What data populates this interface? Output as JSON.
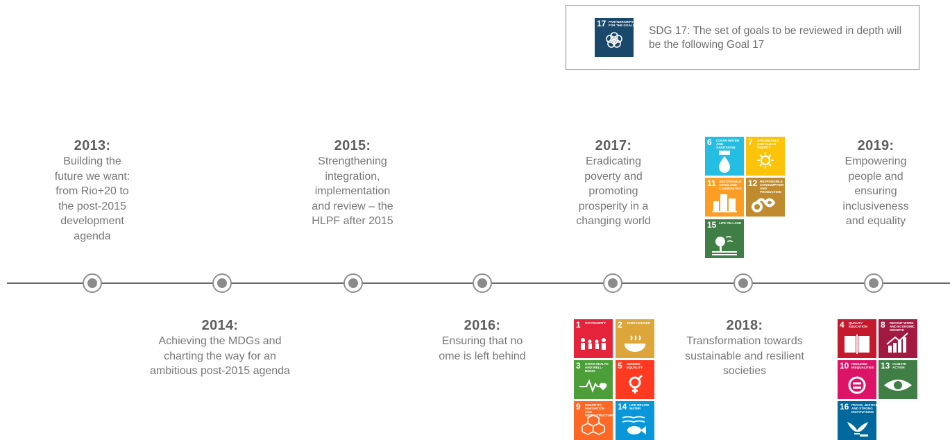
{
  "sdg17_note": {
    "text": "SDG 17: The set of goals to be reviewed in depth will be the following Goal 17"
  },
  "timeline": {
    "top_entries": [
      {
        "year": "2013:",
        "description": [
          "Building the",
          "future we want:",
          "from Rio+20 to",
          "the post-2015",
          "development",
          "agenda"
        ]
      },
      {
        "year": "2015:",
        "description": [
          "Strengthening",
          "integration,",
          "implementation",
          "and review – the",
          "HLPF after 2015"
        ]
      },
      {
        "year": "2017:",
        "description": [
          "Eradicating",
          "poverty and",
          "promoting",
          "prosperity in a",
          "changing world"
        ]
      },
      {
        "year": "2019:",
        "description": [
          "Empowering",
          "people and",
          "ensuring",
          "inclusiveness",
          "and equality"
        ]
      }
    ],
    "bottom_entries": [
      {
        "year": "2014:",
        "description": [
          "Achieving the MDGs and",
          "charting the way for an",
          "ambitious post-2015 agenda"
        ]
      },
      {
        "year": "2016:",
        "description": [
          "Ensuring that no",
          "ome is left behind"
        ]
      },
      {
        "year": "2018:",
        "description": [
          "Transformation towards",
          "sustainable and resilient",
          "societies"
        ]
      }
    ]
  },
  "sdg_tiles": {
    "goal_17": {
      "num": "17",
      "label": "PARTNERSHIPS FOR THE GOALS",
      "color": "#19486a",
      "icon": "flower-icon"
    },
    "set_2017": [
      {
        "num": "1",
        "label": "NO POVERTY",
        "color": "#e5243b",
        "icon": "family-icon"
      },
      {
        "num": "2",
        "label": "ZERO HUNGER",
        "color": "#dda63a",
        "icon": "bowl-icon"
      },
      {
        "num": "3",
        "label": "GOOD HEALTH AND WELL-BEING",
        "color": "#4c9f38",
        "icon": "heartbeat-icon"
      },
      {
        "num": "5",
        "label": "GENDER EQUALITY",
        "color": "#ff3a21",
        "icon": "gender-icon"
      },
      {
        "num": "9",
        "label": "INDUSTRY, INNOVATION AND INFRASTRUCTURE",
        "color": "#fd6925",
        "icon": "cubes-icon"
      },
      {
        "num": "14",
        "label": "LIFE BELOW WATER",
        "color": "#0a97d9",
        "icon": "fish-icon"
      }
    ],
    "set_2018": [
      {
        "num": "6",
        "label": "CLEAN WATER AND SANITATION",
        "color": "#26bde2",
        "icon": "water-drop-icon"
      },
      {
        "num": "7",
        "label": "AFFORDABLE AND CLEAN ENERGY",
        "color": "#fcc30b",
        "icon": "sun-icon"
      },
      {
        "num": "11",
        "label": "SUSTAINABLE CITIES AND COMMUNITIES",
        "color": "#fd9d24",
        "icon": "city-icon"
      },
      {
        "num": "12",
        "label": "RESPONSIBLE CONSUMPTION AND PRODUCTION",
        "color": "#bf8b2e",
        "icon": "infinity-icon"
      },
      {
        "num": "15",
        "label": "LIFE ON LAND",
        "color": "#3f7e44",
        "icon": "tree-icon"
      }
    ],
    "set_2019": [
      {
        "num": "4",
        "label": "QUALITY EDUCATION",
        "color": "#c5192d",
        "icon": "book-icon"
      },
      {
        "num": "8",
        "label": "DECENT WORK AND ECONOMIC GROWTH",
        "color": "#a21942",
        "icon": "growth-chart-icon"
      },
      {
        "num": "10",
        "label": "REDUCED INEQUALITIES",
        "color": "#dd1367",
        "icon": "equals-icon"
      },
      {
        "num": "13",
        "label": "CLIMATE ACTION",
        "color": "#3f7e44",
        "icon": "eye-globe-icon"
      },
      {
        "num": "16",
        "label": "PEACE, JUSTICE AND STRONG INSTITUTIONS",
        "color": "#00689d",
        "icon": "dove-icon"
      }
    ]
  }
}
